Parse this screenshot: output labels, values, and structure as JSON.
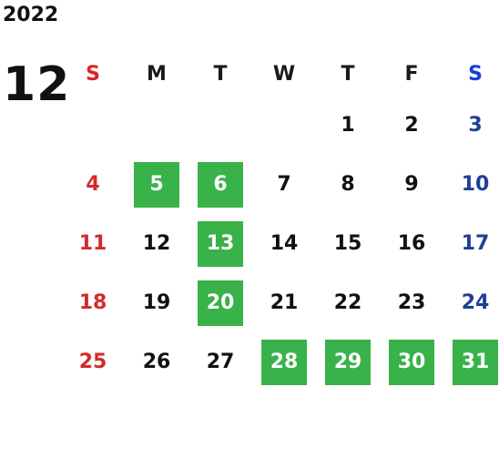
{
  "year": "2022",
  "month": "12",
  "weekdays": [
    "S",
    "M",
    "T",
    "W",
    "T",
    "F",
    "S"
  ],
  "colors": {
    "highlight": "#38b249",
    "sunday": "#d42a2a",
    "saturday": "#1e3f95",
    "text": "#111111"
  },
  "weeks": [
    [
      null,
      null,
      null,
      null,
      {
        "day": "1"
      },
      {
        "day": "2"
      },
      {
        "day": "3"
      }
    ],
    [
      {
        "day": "4"
      },
      {
        "day": "5",
        "highlighted": true
      },
      {
        "day": "6",
        "highlighted": true
      },
      {
        "day": "7"
      },
      {
        "day": "8"
      },
      {
        "day": "9"
      },
      {
        "day": "10"
      }
    ],
    [
      {
        "day": "11"
      },
      {
        "day": "12"
      },
      {
        "day": "13",
        "highlighted": true
      },
      {
        "day": "14"
      },
      {
        "day": "15"
      },
      {
        "day": "16"
      },
      {
        "day": "17"
      }
    ],
    [
      {
        "day": "18"
      },
      {
        "day": "19"
      },
      {
        "day": "20",
        "highlighted": true
      },
      {
        "day": "21"
      },
      {
        "day": "22"
      },
      {
        "day": "23"
      },
      {
        "day": "24"
      }
    ],
    [
      {
        "day": "25"
      },
      {
        "day": "26"
      },
      {
        "day": "27"
      },
      {
        "day": "28",
        "highlighted": true
      },
      {
        "day": "29",
        "highlighted": true
      },
      {
        "day": "30",
        "highlighted": true
      },
      {
        "day": "31",
        "highlighted": true
      }
    ]
  ]
}
